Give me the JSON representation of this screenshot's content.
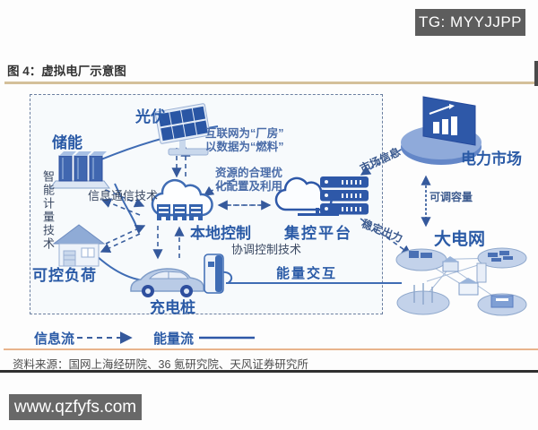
{
  "page": {
    "title": "图 4：虚拟电厂示意图",
    "source": "资料来源：国网上海经研院、36 氪研究院、天风证券研究所"
  },
  "badges": {
    "tg": "TG: MYYJJPP",
    "site": "www.qzfyfs.com"
  },
  "nodes": {
    "pv": "光伏",
    "storage": "储能",
    "load": "可控负荷",
    "charger": "充电桩",
    "local_control": "本地控制",
    "platform": "集控平台",
    "market": "电力市场",
    "grid": "大电网",
    "energy_exchange": "能量交互"
  },
  "tech": {
    "metering": "智能计量技术",
    "ict": "信息通信技术",
    "coordination": "协调控制技术"
  },
  "annotations": {
    "internet": [
      "互联网为“厂房”",
      "以数据为“燃料”"
    ],
    "resource": [
      "资源的合理优",
      "化配置及利用"
    ],
    "market_info": "市场信息",
    "stable_output": "稳定出力",
    "adjustable_capacity": "可调容量"
  },
  "legend": {
    "info_flow": "信息流",
    "energy_flow": "能量流"
  },
  "colors": {
    "accent_blue": "#2a5aa6",
    "icon_blue": "#3f6cb4",
    "dark_blue": "#2e58a8",
    "light_blue": "#b9cbe6",
    "tan_rule": "#d4c09a",
    "orange_rule": "#e8b48c",
    "badge_bg": "#5d5d5d"
  }
}
